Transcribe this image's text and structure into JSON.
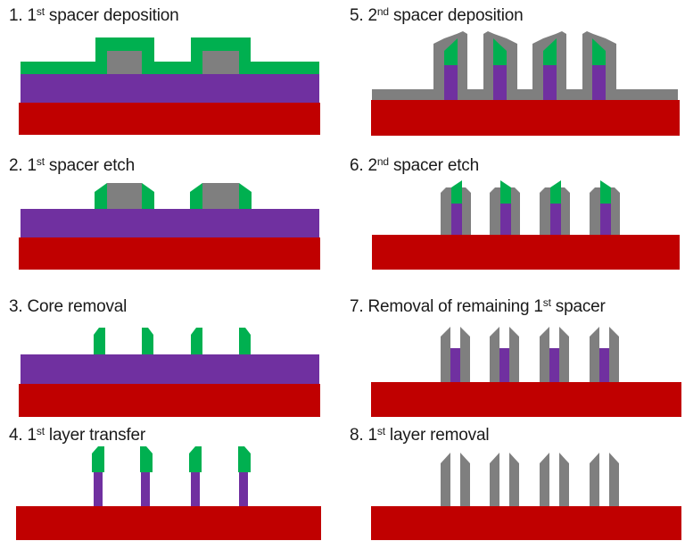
{
  "colors": {
    "substrate": "#C00000",
    "pattern_layer": "#7030A0",
    "spacer1": "#00B050",
    "spacer2": "#7F7F7F",
    "text": "#1A1A1A",
    "background": "#FFFFFF"
  },
  "panels": [
    {
      "step": "1",
      "title": {
        "prefix": "1. 1",
        "sup": "st",
        "rest": " spacer deposition"
      }
    },
    {
      "step": "2",
      "title": {
        "prefix": "2. 1",
        "sup": "st",
        "rest": " spacer etch"
      }
    },
    {
      "step": "3",
      "title": {
        "prefix": "3. Core removal",
        "sup": "",
        "rest": ""
      }
    },
    {
      "step": "4",
      "title": {
        "prefix": "4. 1",
        "sup": "st",
        "rest": " layer transfer"
      }
    },
    {
      "step": "5",
      "title": {
        "prefix": "5. 2",
        "sup": "nd",
        "rest": " spacer deposition"
      }
    },
    {
      "step": "6",
      "title": {
        "prefix": "6. 2",
        "sup": "nd",
        "rest": " spacer etch"
      }
    },
    {
      "step": "7",
      "title": {
        "prefix": "7. Removal of remaining 1",
        "sup": "st",
        "rest": " spacer"
      }
    },
    {
      "step": "8",
      "title": {
        "prefix": "8. 1",
        "sup": "st",
        "rest": " layer removal"
      }
    }
  ]
}
